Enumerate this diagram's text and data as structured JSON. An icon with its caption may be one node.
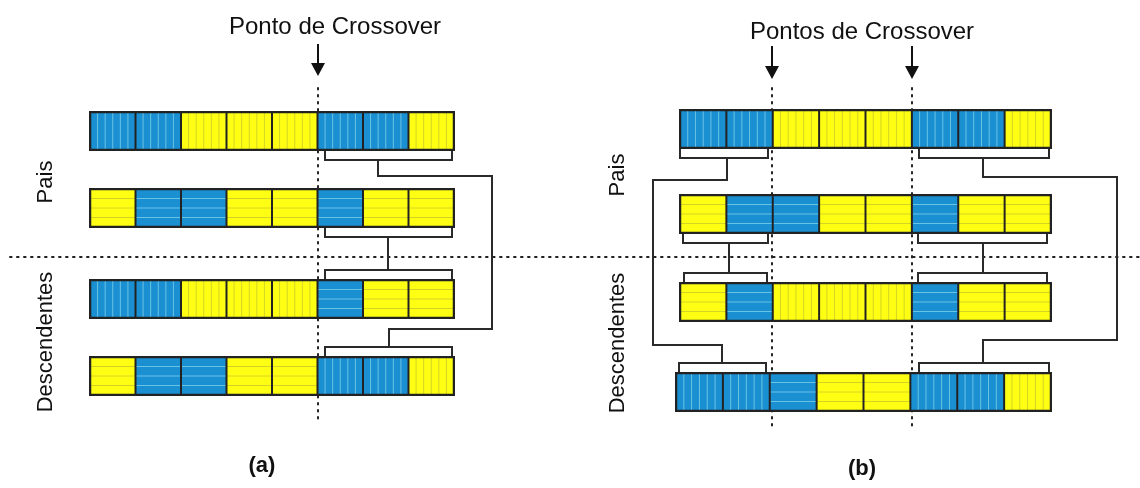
{
  "diagram": {
    "nodes": [
      {
        "text": [],
        "shape": "bar"
      },
      {
        "text": [],
        "shape": "bar"
      },
      {
        "text": [],
        "shape": "bar"
      },
      {
        "text": [],
        "shape": "bar"
      },
      {
        "text": [],
        "shape": "bar"
      },
      {
        "text": [],
        "shape": "bar"
      },
      {
        "text": [],
        "shape": "bar"
      },
      {
        "text": [],
        "shape": "bar"
      }
    ],
    "edges": [
      {
        "from": 0,
        "to": 3,
        "arrow": "none"
      },
      {
        "from": 1,
        "to": 2,
        "arrow": "none"
      },
      {
        "from": 4,
        "to": 7,
        "arrow": "none"
      },
      {
        "from": 4,
        "to": 7,
        "arrow": "none"
      },
      {
        "from": 5,
        "to": 6,
        "arrow": "none"
      },
      {
        "from": 5,
        "to": 6,
        "arrow": "none"
      }
    ],
    "labels": [
      "Ponto de Crossover",
      "Pais",
      "Descendentes",
      "(a)",
      "Pontos de Crossover",
      "Pais",
      "Descendentes",
      "(b)"
    ]
  }
}
